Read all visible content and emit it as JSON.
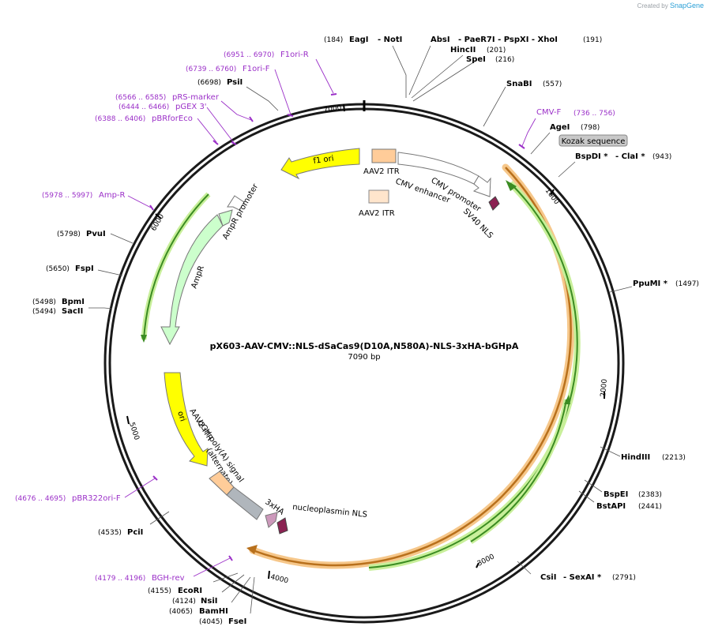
{
  "credit": {
    "prefix": "Created by",
    "brand": "SnapGene"
  },
  "title": "pX603-AAV-CMV::NLS-dSaCas9(D10A,N580A)-NLS-3xHA-bGHpA",
  "length": "7090 bp",
  "colors": {
    "primer": "#9b30c8",
    "green": "#7ac943",
    "orange": "#e8a040",
    "yellow": "#ffff00",
    "lightgreen": "#ccffcc"
  },
  "ticks": [
    {
      "label": "1000"
    },
    {
      "label": "2000"
    },
    {
      "label": "3000"
    },
    {
      "label": "4000"
    },
    {
      "label": "5000"
    },
    {
      "label": "6000"
    },
    {
      "label": "7000"
    }
  ],
  "sites": [
    {
      "pos": "(184)",
      "name": "EagI",
      "extra": "- NotI"
    },
    {
      "pos": "",
      "name": "AbsI",
      "extra": "- PaeR7I  - PspXI  - XhoI",
      "pos2": "(191)"
    },
    {
      "pos": "(201)",
      "name": "HincII"
    },
    {
      "pos": "(216)",
      "name": "SpeI"
    },
    {
      "pos": "(557)",
      "name": "SnaBI"
    },
    {
      "pos": "(798)",
      "name": "AgeI"
    },
    {
      "pos": "(943)",
      "name": "BspDI *",
      "extra": "- ClaI *"
    },
    {
      "pos": "(1497)",
      "name": "PpuMI *"
    },
    {
      "pos": "(2213)",
      "name": "HindIII"
    },
    {
      "pos": "(2383)",
      "name": "BspEI"
    },
    {
      "pos": "(2441)",
      "name": "BstAPI"
    },
    {
      "pos": "(2791)",
      "name": "CsiI",
      "extra": "- SexAI *"
    },
    {
      "pos": "(4045)",
      "name": "FseI"
    },
    {
      "pos": "(4065)",
      "name": "BamHI"
    },
    {
      "pos": "(4124)",
      "name": "NsiI"
    },
    {
      "pos": "(4155)",
      "name": "EcoRI"
    },
    {
      "pos": "(4535)",
      "name": "PciI"
    },
    {
      "pos": "(5494)",
      "name": "SacII"
    },
    {
      "pos": "(5498)",
      "name": "BpmI"
    },
    {
      "pos": "(5650)",
      "name": "FspI"
    },
    {
      "pos": "(5798)",
      "name": "PvuI"
    },
    {
      "pos": "(6698)",
      "name": "PsiI"
    }
  ],
  "primers": [
    {
      "range": "(736 .. 756)",
      "name": "CMV-F"
    },
    {
      "range": "(6951 .. 6970)",
      "name": "F1ori-R"
    },
    {
      "range": "(6739 .. 6760)",
      "name": "F1ori-F"
    },
    {
      "range": "(6566 .. 6585)",
      "name": "pRS-marker"
    },
    {
      "range": "(6444 .. 6466)",
      "name": "pGEX 3'"
    },
    {
      "range": "(6388 .. 6406)",
      "name": "pBRforEco"
    },
    {
      "range": "(5978 .. 5997)",
      "name": "Amp-R"
    },
    {
      "range": "(4676 .. 4695)",
      "name": "pBR322ori-F"
    },
    {
      "range": "(4179 .. 4196)",
      "name": "BGH-rev"
    }
  ],
  "kozak": "Kozak sequence",
  "features": {
    "f1ori": "f1 ori",
    "aav2itr": "AAV2 ITR",
    "aav2itr2": "AAV2 ITR",
    "cmvenh": "CMV enhancer",
    "cmvprom": "CMV promoter",
    "sv40": "SV40 NLS",
    "ampprom": "AmpR promoter",
    "ampr": "AmpR",
    "ori": "ori",
    "bgh": "bGH poly(A) signal",
    "itralt": "AAV2 ITR (alternate)",
    "ha": "3xHA",
    "nucleo": "nucleoplasmin NLS"
  }
}
